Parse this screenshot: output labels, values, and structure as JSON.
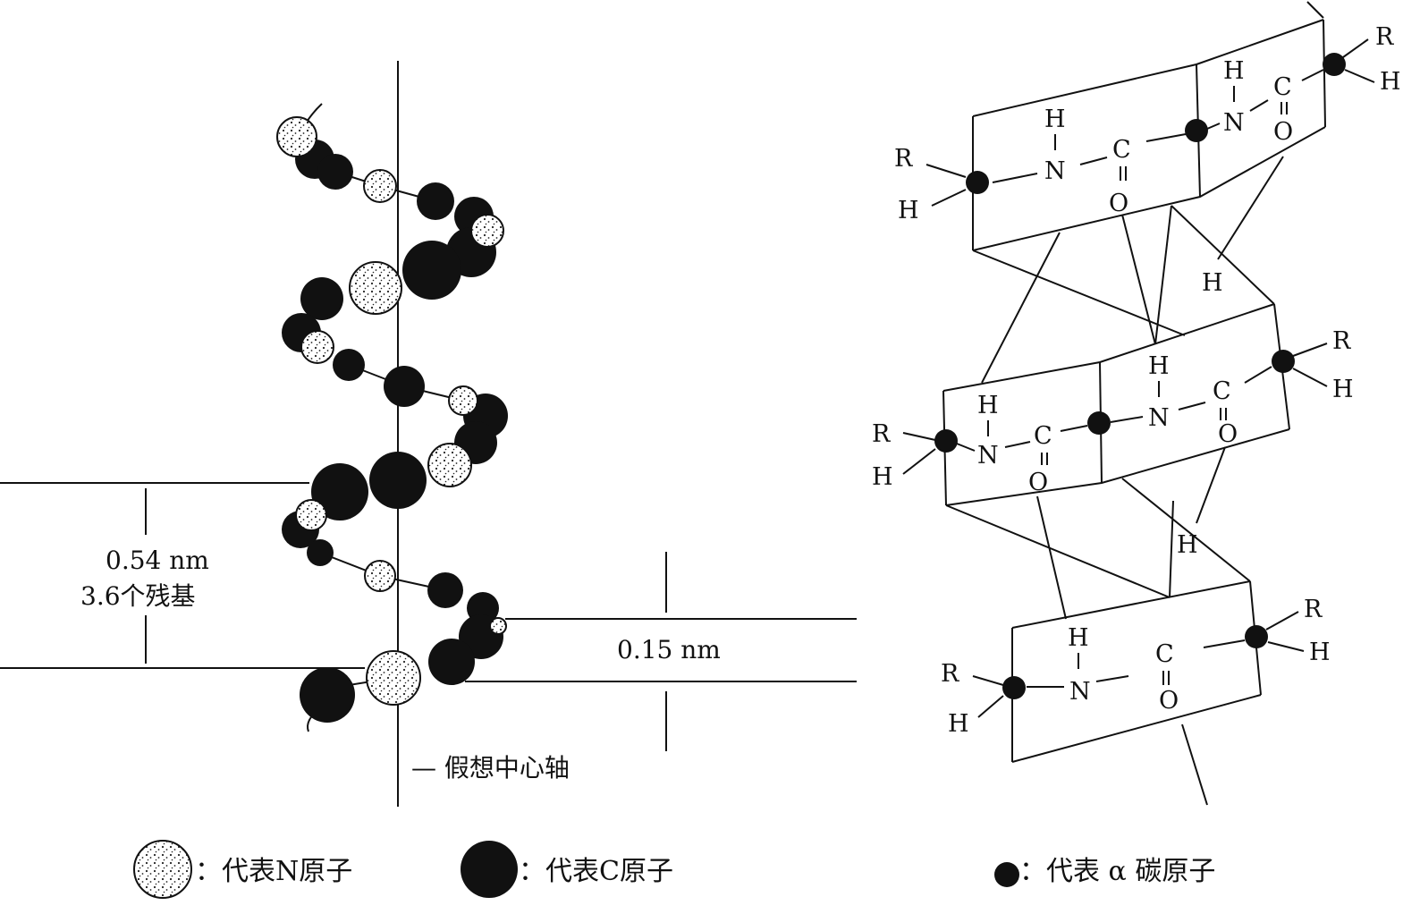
{
  "left_figure": {
    "pitch_value": "0.54 nm",
    "pitch_residues": "3.6个残基",
    "radius_value": "0.15 nm",
    "axis_label": "— 假想中心轴"
  },
  "right_figure": {
    "atom_R": "R",
    "atom_H": "H",
    "atom_N": "N",
    "atom_C": "C",
    "atom_O": "O"
  },
  "legend": {
    "n_atom": "：代表N原子",
    "c_atom": "：代表C原子",
    "alpha_c": "：代表 α 碳原子"
  },
  "colors": {
    "ink": "#111111",
    "paper": "#ffffff"
  }
}
